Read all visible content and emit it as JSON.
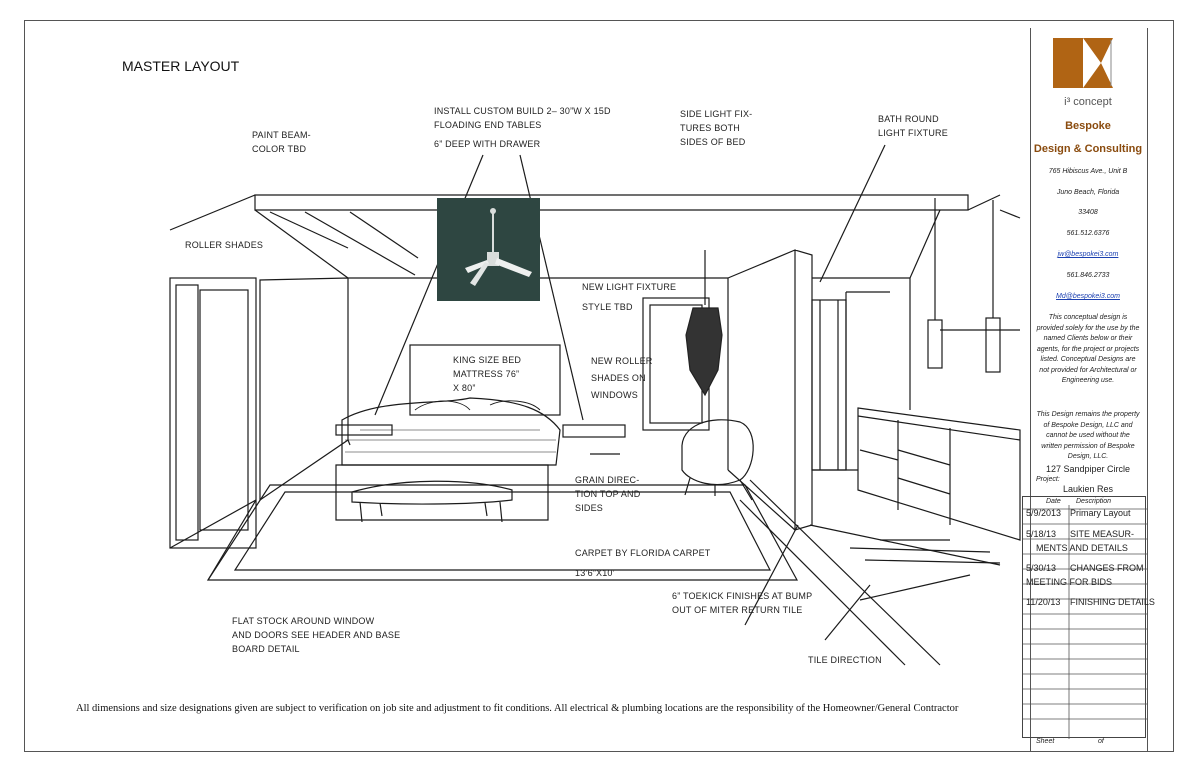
{
  "title": "MASTER LAYOUT",
  "annotations": {
    "paint_beam": [
      "PAINT BEAM-",
      "COLOR TBD"
    ],
    "roller_shades": [
      "ROLLER SHADES"
    ],
    "install_custom": [
      "INSTALL CUSTOM BUILD 2– 30”W X 15D",
      "FLOADING END TABLES"
    ],
    "deep_drawer": [
      "6” DEEP WITH DRAWER"
    ],
    "side_light": [
      "SIDE LIGHT FIX-",
      "TURES BOTH",
      "SIDES OF BED"
    ],
    "bath_round": [
      "BATH ROUND",
      "LIGHT FIXTURE"
    ],
    "new_light": [
      "NEW LIGHT FIXTURE"
    ],
    "style_tbd": [
      "STYLE TBD"
    ],
    "king_bed": [
      "KING SIZE BED",
      "MATTRESS 76”",
      "X 80”"
    ],
    "new_roller": [
      "NEW ROLLER",
      "SHADES ON",
      "WINDOWS"
    ],
    "grain": [
      "GRAIN DIREC-",
      "TION TOP AND",
      "SIDES"
    ],
    "carpet": [
      "CARPET BY FLORIDA CARPET"
    ],
    "carpet_size": [
      "13’6”X10’"
    ],
    "toekick": [
      "6” TOEKICK FINISHES AT BUMP",
      "OUT OF MITER RETURN TILE"
    ],
    "flat_stock": [
      "FLAT STOCK AROUND WINDOW",
      "AND DOORS SEE HEADER AND BASE",
      "BOARD DETAIL"
    ],
    "tile": [
      "TILE DIRECTION"
    ]
  },
  "disclaimer": "All dimensions and size designations given are subject to verification on job site and adjustment to fit conditions. All electrical & plumbing locations are the responsibility of the Homeowner/General Contractor",
  "title_block": {
    "brand_small": "i³ concept",
    "brand_line1": "Bespoke",
    "brand_line2": "Design & Consulting",
    "address1": "765 Hibiscus Ave., Unit B",
    "address2": "Juno Beach, Florida",
    "zip": "33408",
    "phone1": "561.512.6376",
    "email1": "jw@bespokei3.com",
    "phone2": "561.846.2733",
    "email2": "Md@bespokei3.com",
    "para1": "This conceptual design is provided solely for the use by the named Clients below or their agents, for the project or projects listed. Conceptual Designs are not provided for Architectural or Engineering use.",
    "para2": "This Design remains the property of Bespoke Design, LLC and cannot be used without the written permission of Bespoke Design, LLC.",
    "project_address": "127 Sandpiper Circle",
    "project_label": "Project:",
    "project_name": "Laukien Res",
    "rev_headers": {
      "date": "Date",
      "desc": "Description"
    },
    "revisions": [
      {
        "date": "5/9/2013",
        "desc": "Primary  Layout"
      },
      {
        "date": "5/18/13",
        "desc": "SITE MEASUR-"
      },
      {
        "date": "",
        "desc": "MENTS AND DETAILS"
      },
      {
        "date": "5/30/13",
        "desc": "CHANGES FROM"
      },
      {
        "date": "",
        "desc": "MEETING FOR BIDS"
      },
      {
        "date": "11/20/13",
        "desc": "FINISHING DETAILS"
      }
    ],
    "sheet_label": "Sheet",
    "of_label": "of"
  },
  "colors": {
    "brand": "#8a4b0e",
    "logo": "#b06414",
    "link": "#1a3fb0",
    "line": "#1b1b1b"
  }
}
